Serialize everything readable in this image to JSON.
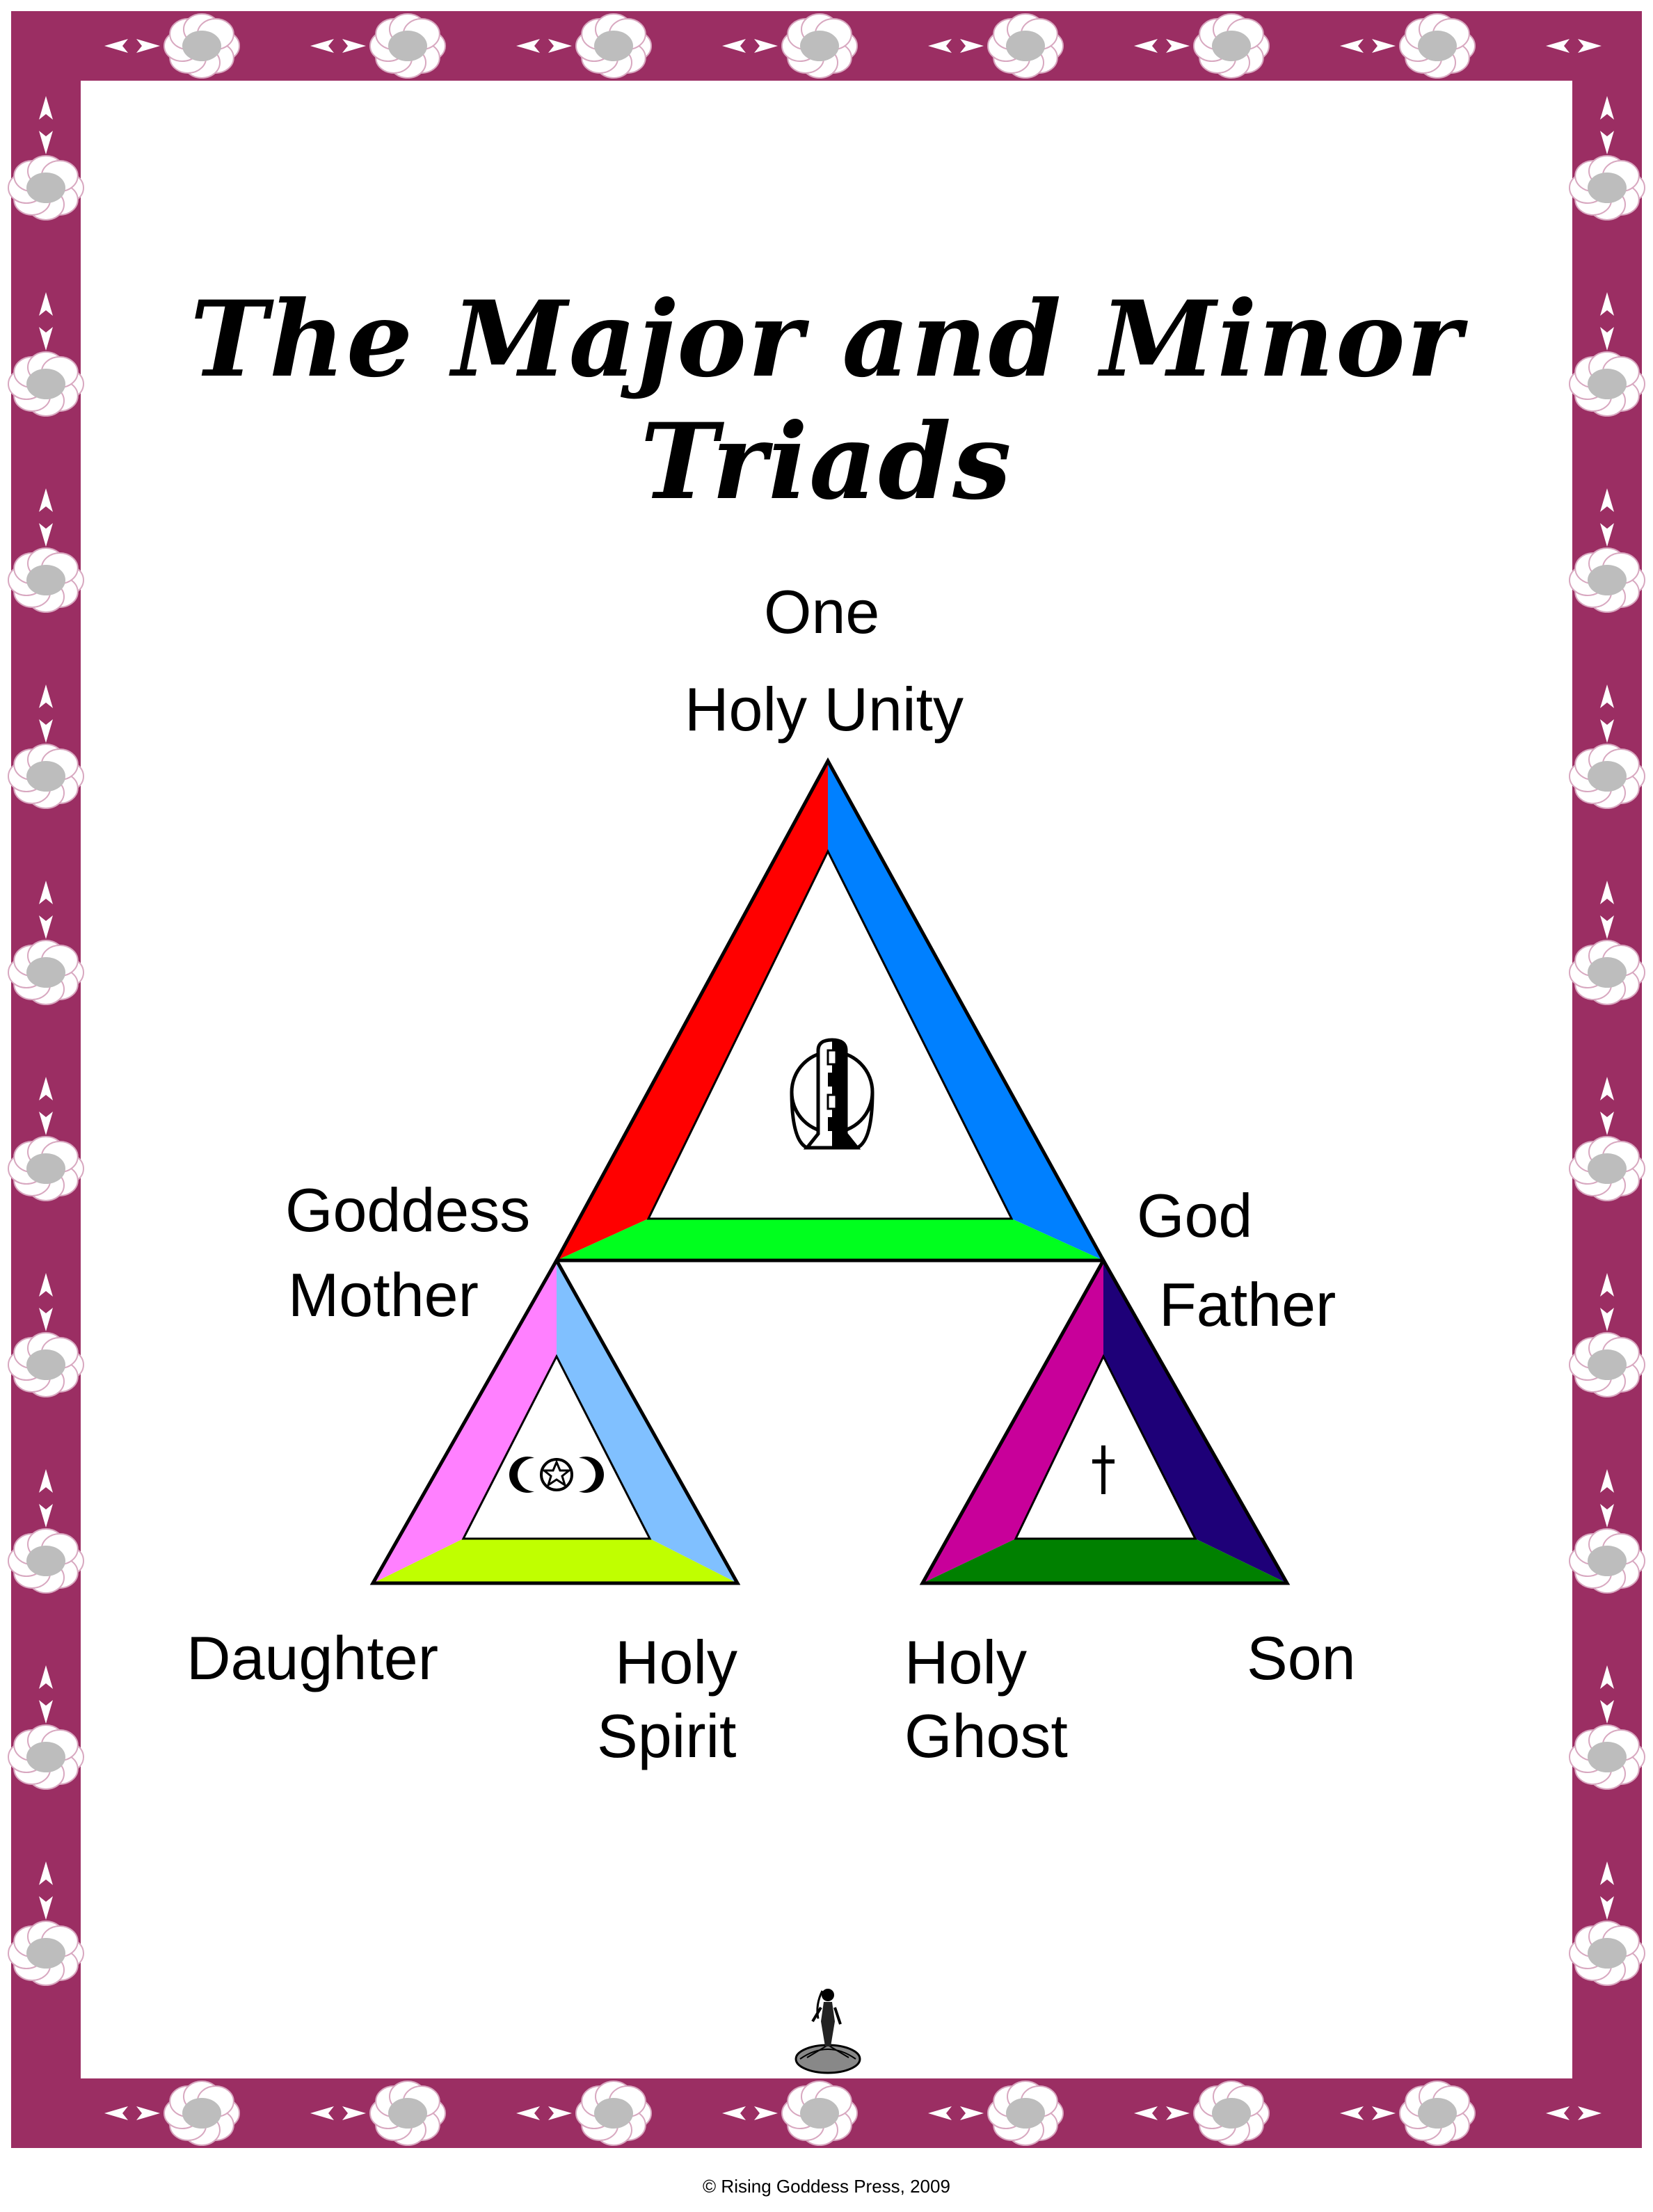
{
  "title": "The Major and Minor Triads",
  "labels": {
    "top_line1": "One",
    "top_line2": "Holy Unity",
    "goddess": "Goddess",
    "mother": "Mother",
    "god": "God",
    "father": "Father",
    "daughter": "Daughter",
    "holy_spirit_1": "Holy",
    "holy_spirit_2": "Spirit",
    "holy_ghost_1": "Holy",
    "holy_ghost_2": "Ghost",
    "son": "Son"
  },
  "symbols": {
    "center_major": "unity-emblem",
    "center_left": "triple-moon-pentacle",
    "center_right": "cross"
  },
  "copyright": "© Rising Goddess Press, 2009",
  "colors": {
    "border": "#9b2e63",
    "major_left": "#ff0000",
    "major_right": "#0080ff",
    "major_bottom": "#00ff1e",
    "minor_left_left": "#ff80ff",
    "minor_left_right": "#80c0ff",
    "minor_left_bottom": "#c0ff00",
    "minor_right_left": "#c8009a",
    "minor_right_right": "#1e0078",
    "minor_right_bottom": "#008000"
  }
}
